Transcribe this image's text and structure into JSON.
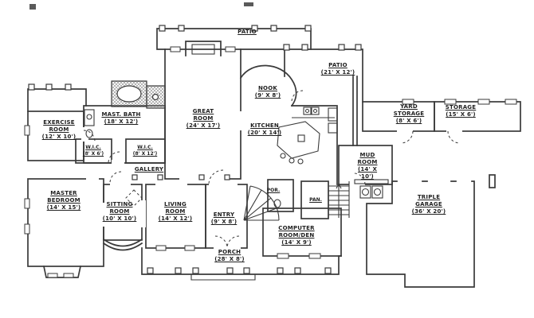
{
  "figure": {
    "type": "architectural-floor-plan",
    "ink_color": "#3a3a3a",
    "background_color": "#ffffff"
  },
  "rooms": [
    {
      "id": "patio-top",
      "name": "PATIO",
      "dims": ""
    },
    {
      "id": "patio-right",
      "name": "PATIO",
      "dims": "(21' X 12')"
    },
    {
      "id": "exercise-room",
      "name": "EXERCISE ROOM",
      "dims": "(12' X 10')"
    },
    {
      "id": "master-bath",
      "name": "MAST. BATH",
      "dims": "(18' X 12')"
    },
    {
      "id": "wic-left",
      "name": "W.I.C.",
      "dims": "(8' X 6')"
    },
    {
      "id": "wic-right",
      "name": "W.I.C.",
      "dims": "(8' X 12')"
    },
    {
      "id": "great-room",
      "name": "GREAT ROOM",
      "dims": "(24' X 17')"
    },
    {
      "id": "nook",
      "name": "NOOK",
      "dims": "(9' X 8')"
    },
    {
      "id": "kitchen",
      "name": "KITCHEN",
      "dims": "(20' X 14')"
    },
    {
      "id": "yard-storage",
      "name": "YARD STORAGE",
      "dims": "(8' X 6')"
    },
    {
      "id": "storage",
      "name": "STORAGE",
      "dims": "(15' X 6')"
    },
    {
      "id": "mud-room",
      "name": "MUD ROOM",
      "dims": "(14' X 10')"
    },
    {
      "id": "gallery",
      "name": "GALLERY",
      "dims": ""
    },
    {
      "id": "master-bedroom",
      "name": "MASTER BEDROOM",
      "dims": "(14' X 15')"
    },
    {
      "id": "sitting-room",
      "name": "SITTING ROOM",
      "dims": "(10' X 10')"
    },
    {
      "id": "living-room",
      "name": "LIVING ROOM",
      "dims": "(14' X 12')"
    },
    {
      "id": "entry",
      "name": "ENTRY",
      "dims": "(9' X 8')"
    },
    {
      "id": "powder-room",
      "name": "POR.",
      "dims": ""
    },
    {
      "id": "pantry",
      "name": "PAN.",
      "dims": ""
    },
    {
      "id": "porch",
      "name": "PORCH",
      "dims": "(28' X 8')"
    },
    {
      "id": "computer-room",
      "name": "COMPUTER ROOM/DEN",
      "dims": "(14' X 9')"
    },
    {
      "id": "triple-garage",
      "name": "TRIPLE GARAGE",
      "dims": "(36' X 20')"
    }
  ]
}
